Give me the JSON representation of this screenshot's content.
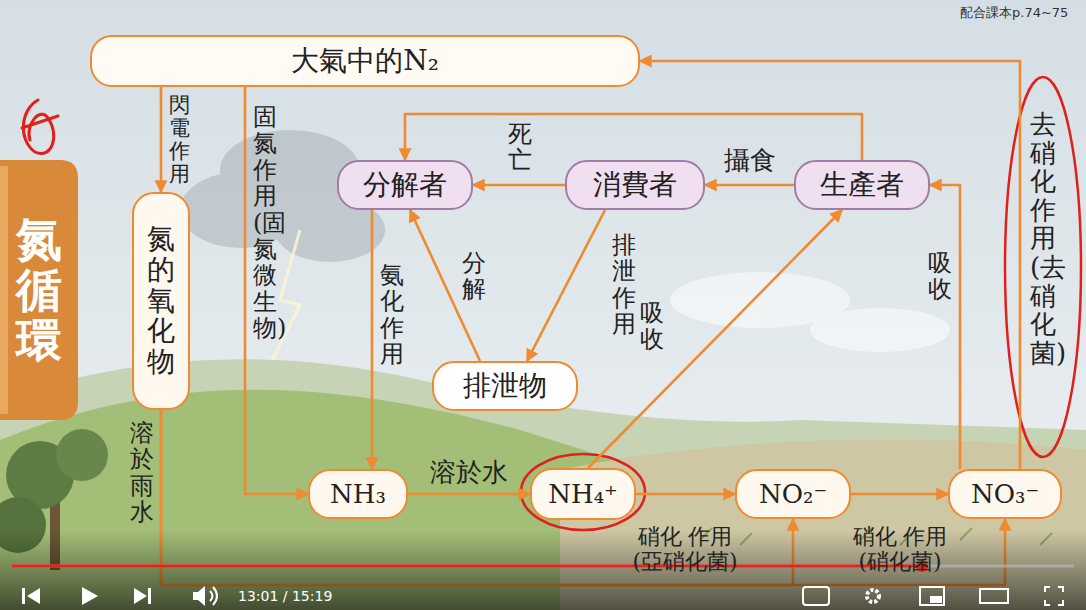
{
  "diagram": {
    "title": "氮循環",
    "nodes": [
      {
        "text": [
          "大氣中的N₂"
        ]
      },
      {
        "text": [
          "分解者"
        ]
      },
      {
        "text": [
          "消費者"
        ]
      },
      {
        "text": [
          "生產者"
        ]
      },
      {
        "text": [
          "氮的氧化物"
        ]
      },
      {
        "text": [
          "排泄物"
        ]
      },
      {
        "text": [
          "NH₃"
        ]
      },
      {
        "text": [
          "NH₄⁺"
        ]
      },
      {
        "text": [
          "NO₂⁻"
        ]
      },
      {
        "text": [
          "NO₃⁻"
        ]
      }
    ],
    "edges": [
      {
        "from": 0,
        "to": 4,
        "arrow": "to",
        "label": "閃電 作用"
      },
      {
        "from": 0,
        "to": 6,
        "arrow": "to",
        "label": "固氮作用(固氮微生物)"
      },
      {
        "from": 3,
        "to": 2,
        "arrow": "to",
        "label": "攝食"
      },
      {
        "from": 2,
        "to": 1,
        "arrow": "to"
      },
      {
        "from": 3,
        "to": 1,
        "arrow": "to",
        "label": "死亡"
      },
      {
        "from": 2,
        "to": 5,
        "arrow": "to",
        "label": "排泄作用"
      },
      {
        "from": 5,
        "to": 1,
        "arrow": "to",
        "label": "分解"
      },
      {
        "from": 1,
        "to": 6,
        "arrow": "to",
        "label": "氨化作用"
      },
      {
        "from": 6,
        "to": 7,
        "arrow": "to",
        "label": "溶於水"
      },
      {
        "from": 7,
        "to": 3,
        "arrow": "to",
        "label": "吸收"
      },
      {
        "from": 7,
        "to": 8,
        "arrow": "to",
        "label": "硝化 作用 (亞硝化菌)"
      },
      {
        "from": 8,
        "to": 9,
        "arrow": "to",
        "label": "硝化 作用 (硝化菌)"
      },
      {
        "from": 9,
        "to": 3,
        "arrow": "to",
        "label": "吸收"
      },
      {
        "from": 9,
        "to": 0,
        "arrow": "to",
        "label": "去硝化作用(去硝化菌)"
      },
      {
        "from": 4,
        "to": 8,
        "arrow": "to",
        "label": "溶於雨水"
      },
      {
        "from": 4,
        "to": 9,
        "arrow": "to"
      }
    ],
    "labels": [
      "配合課本p.74~75",
      "13:01 / 15:19"
    ]
  }
}
